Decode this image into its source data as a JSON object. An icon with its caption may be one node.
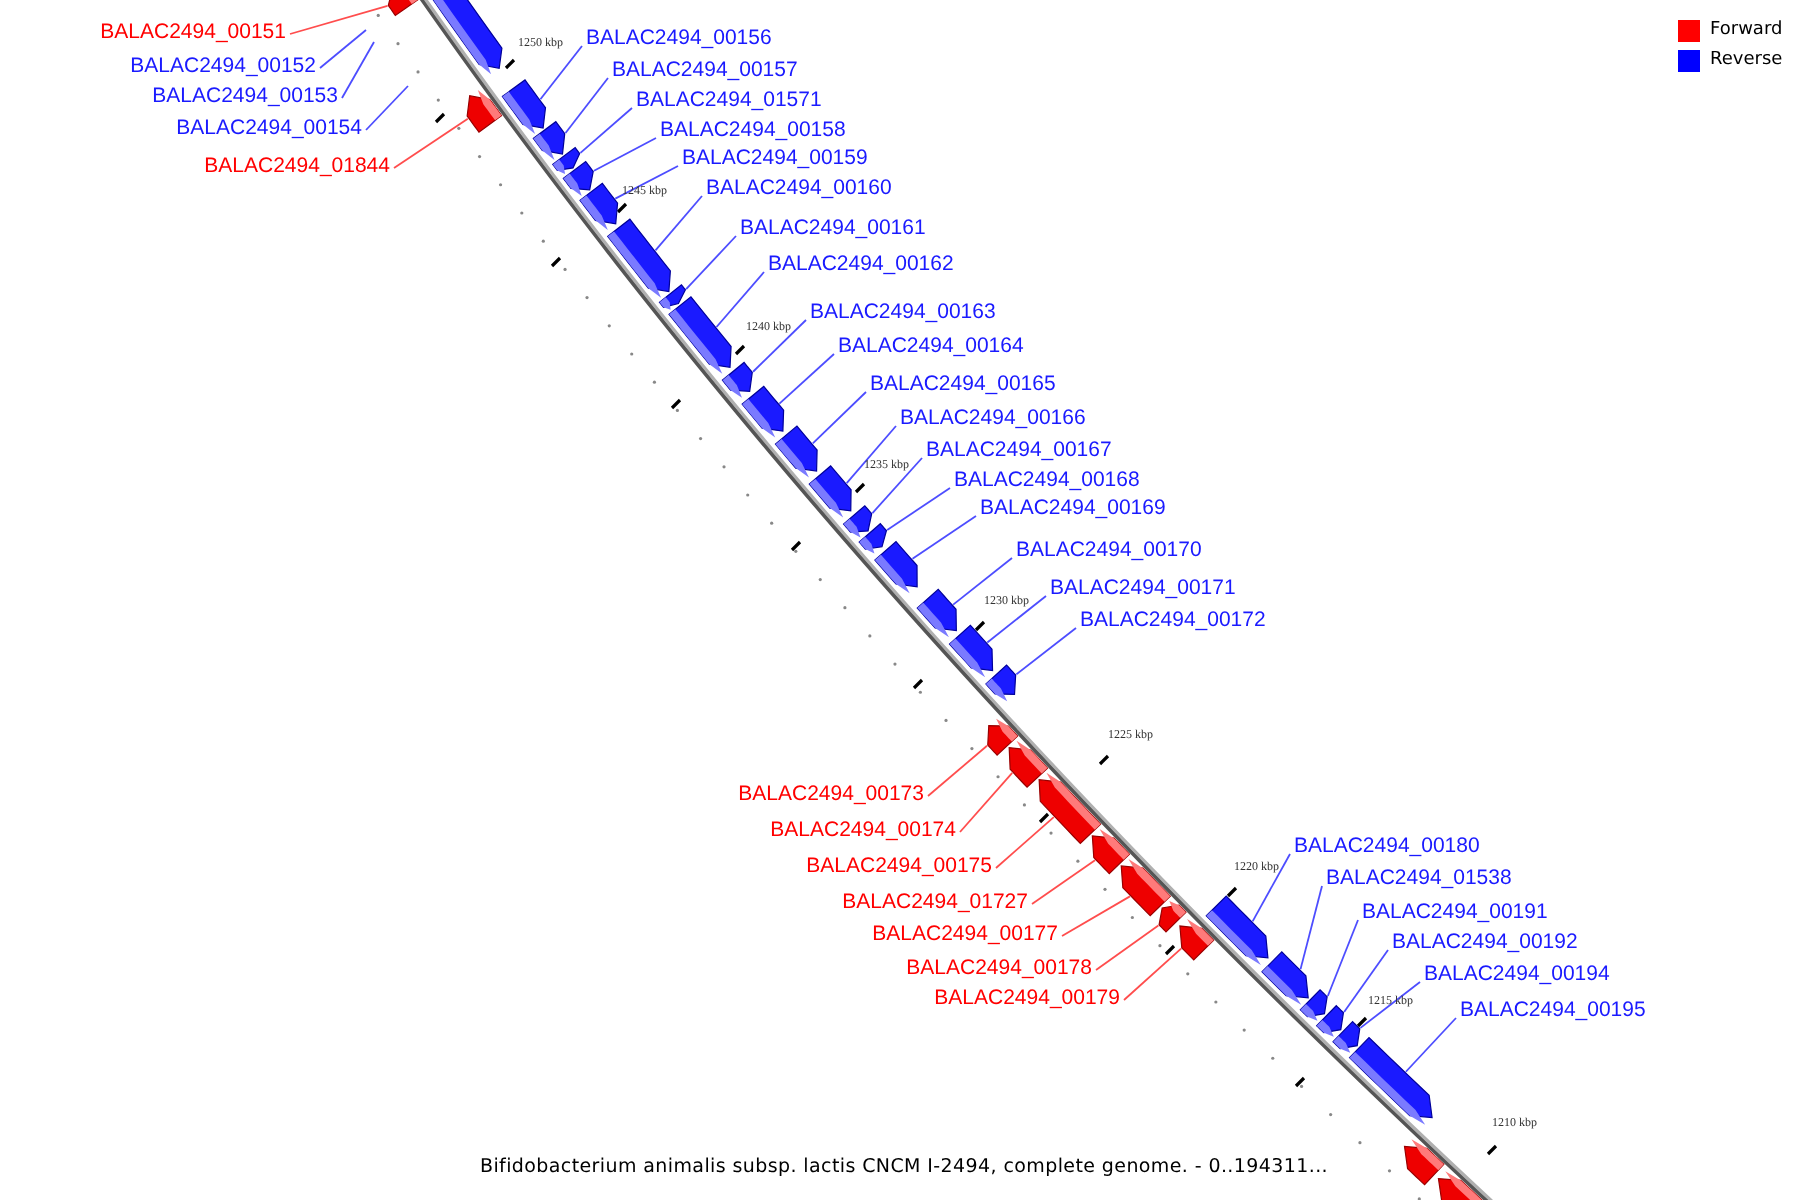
{
  "diagram": {
    "caption": "Bifidobacterium animalis subsp. lactis CNCM I-2494, complete genome. - 0..194311...",
    "nodes": [
      {
        "text": [
          "BALAC2494_00151"
        ]
      },
      {
        "text": [
          "BALAC2494_00152"
        ]
      },
      {
        "text": [
          "BALAC2494_00153"
        ]
      },
      {
        "text": [
          "BALAC2494_00154"
        ]
      },
      {
        "text": [
          "BALAC2494_01844"
        ]
      },
      {
        "text": [
          "BALAC2494_00156"
        ]
      },
      {
        "text": [
          "BALAC2494_00157"
        ]
      },
      {
        "text": [
          "BALAC2494_01571"
        ]
      },
      {
        "text": [
          "BALAC2494_00158"
        ]
      },
      {
        "text": [
          "BALAC2494_00159"
        ]
      },
      {
        "text": [
          "BALAC2494_00160"
        ]
      },
      {
        "text": [
          "BALAC2494_00161"
        ]
      },
      {
        "text": [
          "BALAC2494_00162"
        ]
      },
      {
        "text": [
          "BALAC2494_00163"
        ]
      },
      {
        "text": [
          "BALAC2494_00164"
        ]
      },
      {
        "text": [
          "BALAC2494_00165"
        ]
      },
      {
        "text": [
          "BALAC2494_00166"
        ]
      },
      {
        "text": [
          "BALAC2494_00167"
        ]
      },
      {
        "text": [
          "BALAC2494_00168"
        ]
      },
      {
        "text": [
          "BALAC2494_00169"
        ]
      },
      {
        "text": [
          "BALAC2494_00170"
        ]
      },
      {
        "text": [
          "BALAC2494_00171"
        ]
      },
      {
        "text": [
          "BALAC2494_00172"
        ]
      },
      {
        "text": [
          "BALAC2494_00173"
        ]
      },
      {
        "text": [
          "BALAC2494_00174"
        ]
      },
      {
        "text": [
          "BALAC2494_00175"
        ]
      },
      {
        "text": [
          "BALAC2494_01727"
        ]
      },
      {
        "text": [
          "BALAC2494_00177"
        ]
      },
      {
        "text": [
          "BALAC2494_00178"
        ]
      },
      {
        "text": [
          "BALAC2494_00179"
        ]
      },
      {
        "text": [
          "BALAC2494_00180"
        ]
      },
      {
        "text": [
          "BALAC2494_01538"
        ]
      },
      {
        "text": [
          "BALAC2494_00191"
        ]
      },
      {
        "text": [
          "BALAC2494_00192"
        ]
      },
      {
        "text": [
          "BALAC2494_00194"
        ]
      },
      {
        "text": [
          "BALAC2494_00195"
        ]
      },
      {
        "text": [],
        "shape": "arrow"
      },
      {
        "text": [],
        "shape": "arrow"
      },
      {
        "text": [],
        "shape": "arrow"
      },
      {
        "text": [],
        "shape": "arrow"
      },
      {
        "text": [],
        "shape": "arrow"
      },
      {
        "text": [],
        "shape": "arrow"
      },
      {
        "text": [],
        "shape": "arrow"
      },
      {
        "text": [],
        "shape": "arrow"
      },
      {
        "text": [],
        "shape": "arrow"
      },
      {
        "text": [],
        "shape": "arrow"
      },
      {
        "text": [],
        "shape": "arrow"
      },
      {
        "text": [],
        "shape": "arrow"
      },
      {
        "text": [],
        "shape": "arrow"
      },
      {
        "text": [],
        "shape": "arrow"
      },
      {
        "text": [],
        "shape": "arrow"
      },
      {
        "text": [],
        "shape": "arrow"
      },
      {
        "text": [],
        "shape": "arrow"
      },
      {
        "text": [],
        "shape": "arrow"
      },
      {
        "text": [],
        "shape": "arrow"
      },
      {
        "text": [],
        "shape": "arrow"
      },
      {
        "text": [],
        "shape": "arrow"
      },
      {
        "text": [],
        "shape": "arrow"
      },
      {
        "text": [],
        "shape": "arrow"
      },
      {
        "text": [],
        "shape": "arrow"
      },
      {
        "text": [],
        "shape": "arrow"
      },
      {
        "text": [],
        "shape": "arrow"
      },
      {
        "text": [],
        "shape": "arrow"
      },
      {
        "text": [],
        "shape": "arrow"
      },
      {
        "text": [],
        "shape": "arrow"
      },
      {
        "text": [],
        "shape": "arrow"
      },
      {
        "text": [],
        "shape": "arrow"
      },
      {
        "text": [],
        "shape": "arrow"
      },
      {
        "text": [],
        "shape": "arrow"
      },
      {
        "text": [],
        "shape": "arrow"
      },
      {
        "text": [],
        "shape": "arrow"
      },
      {
        "text": [],
        "shape": "arrow"
      }
    ],
    "edges": [
      {
        "from": 0,
        "to": 36,
        "arrow": "none",
        "color": "#ff4d4d"
      },
      {
        "from": 1,
        "to": null,
        "arrow": "none"
      },
      {
        "from": 2,
        "to": null,
        "arrow": "none"
      },
      {
        "from": 3,
        "to": null,
        "arrow": "none"
      },
      {
        "from": 4,
        "to": 38,
        "arrow": "none",
        "color": "#ff4d4d"
      },
      {
        "from": 5,
        "to": 39,
        "arrow": "none"
      },
      {
        "from": 6,
        "to": 40,
        "arrow": "none"
      },
      {
        "from": 7,
        "to": 41,
        "arrow": "none"
      },
      {
        "from": 8,
        "to": 42,
        "arrow": "none"
      },
      {
        "from": 9,
        "to": 43,
        "arrow": "none"
      },
      {
        "from": 10,
        "to": 44,
        "arrow": "none"
      },
      {
        "from": 11,
        "to": 45,
        "arrow": "none"
      },
      {
        "from": 12,
        "to": 46,
        "arrow": "none"
      },
      {
        "from": 13,
        "to": 47,
        "arrow": "none"
      },
      {
        "from": 14,
        "to": 48,
        "arrow": "none"
      },
      {
        "from": 15,
        "to": 49,
        "arrow": "none"
      },
      {
        "from": 16,
        "to": 50,
        "arrow": "none"
      },
      {
        "from": 17,
        "to": 51,
        "arrow": "none"
      },
      {
        "from": 18,
        "to": 52,
        "arrow": "none"
      },
      {
        "from": 19,
        "to": 53,
        "arrow": "none"
      },
      {
        "from": 20,
        "to": 54,
        "arrow": "none"
      },
      {
        "from": 21,
        "to": 55,
        "arrow": "none"
      },
      {
        "from": 22,
        "to": 56,
        "arrow": "none"
      },
      {
        "from": 23,
        "to": 57,
        "arrow": "none",
        "color": "#ff4d4d"
      },
      {
        "from": 24,
        "to": 58,
        "arrow": "none",
        "color": "#ff4d4d"
      },
      {
        "from": 25,
        "to": 59,
        "arrow": "none",
        "color": "#ff4d4d"
      },
      {
        "from": 26,
        "to": 60,
        "arrow": "none",
        "color": "#ff4d4d"
      },
      {
        "from": 27,
        "to": 61,
        "arrow": "none",
        "color": "#ff4d4d"
      },
      {
        "from": 28,
        "to": 62,
        "arrow": "none",
        "color": "#ff4d4d"
      },
      {
        "from": 29,
        "to": 63,
        "arrow": "none",
        "color": "#ff4d4d"
      },
      {
        "from": 30,
        "to": 64,
        "arrow": "none"
      },
      {
        "from": 31,
        "to": 65,
        "arrow": "none"
      },
      {
        "from": 32,
        "to": 66,
        "arrow": "none"
      },
      {
        "from": 33,
        "to": 67,
        "arrow": "none"
      },
      {
        "from": 34,
        "to": 68,
        "arrow": "none"
      },
      {
        "from": 35,
        "to": 69,
        "arrow": "none"
      }
    ],
    "labels": [
      "1250 kbp",
      "1245 kbp",
      "1240 kbp",
      "1235 kbp",
      "1230 kbp",
      "1225 kbp",
      "1220 kbp",
      "1215 kbp",
      "1210 kbp"
    ],
    "legend": [
      {
        "text": "Forward",
        "color": "#ff0000"
      },
      {
        "text": "Reverse",
        "color": "#0000ff"
      }
    ]
  }
}
